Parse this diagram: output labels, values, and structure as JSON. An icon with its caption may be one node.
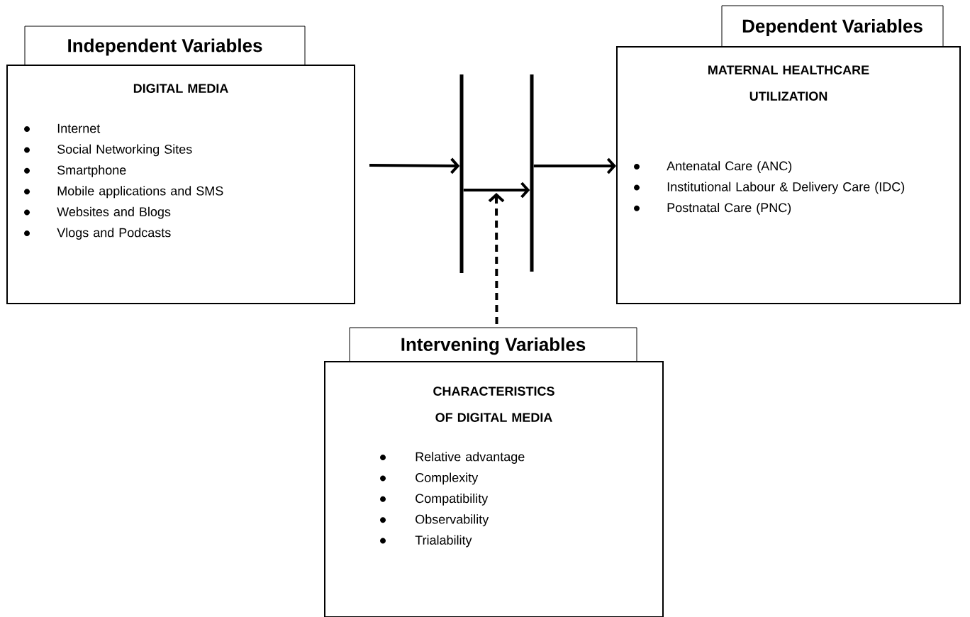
{
  "diagram": {
    "nodes": [
      {
        "text": [
          "Independent Variables",
          "DIGITAL MEDIA",
          "Internet",
          "Social Networking Sites",
          "Smartphone",
          "Mobile applications and SMS",
          "Websites and Blogs",
          "Vlogs and Podcasts"
        ]
      },
      {
        "text": [],
        "shape": "bar"
      },
      {
        "text": [],
        "shape": "bar"
      },
      {
        "text": [
          "Dependent Variables",
          "MATERNAL HEALTHCARE UTILIZATION",
          "Antenatal Care (ANC)",
          "Institutional Labour & Delivery Care (IDC)",
          "Postnatal Care (PNC)"
        ]
      },
      {
        "text": [
          "Intervening Variables",
          "CHARACTERISTICS OF DIGITAL MEDIA",
          "Relative advantage",
          "Complexity",
          "Compatibility",
          "Observability",
          "Trialability"
        ]
      }
    ],
    "edges": [
      {
        "from": 0,
        "to": 1,
        "arrow": "to"
      },
      {
        "from": 1,
        "to": 2,
        "arrow": "to"
      },
      {
        "from": 2,
        "to": 3,
        "arrow": "to"
      },
      {
        "from": 4,
        "to": null,
        "arrow": "to",
        "style": "dashed"
      }
    ]
  }
}
